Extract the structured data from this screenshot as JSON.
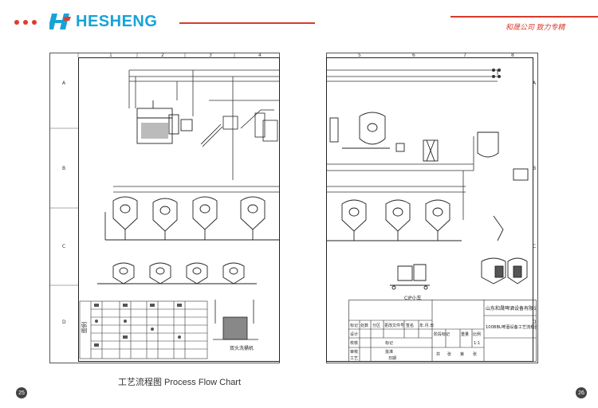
{
  "header": {
    "brand": "HESHENG",
    "slogan": "和晟公司   致力专精",
    "colors": {
      "accent": "#d83a2e",
      "brand": "#17a3d8"
    }
  },
  "left_page": {
    "caption": "工艺流程图 Process Flow Chart",
    "page_number": "25",
    "grid_cols": [
      "1",
      "2",
      "3",
      "4"
    ],
    "grid_rows": [
      "A",
      "B",
      "C",
      "D"
    ],
    "legend_title": "图例",
    "equipment_label": "双头洗桶机"
  },
  "right_page": {
    "page_number": "26",
    "grid_cols": [
      "5",
      "6",
      "7",
      "8"
    ],
    "grid_rows": [
      "A",
      "B",
      "C",
      "D"
    ],
    "cip_label": "CIP小车",
    "title_block": {
      "company": "山东和晟啤酒设备有限公司",
      "drawing_title": "100BBL啤酒设备工艺流程图",
      "row_labels": [
        "设计",
        "校核",
        "审核",
        "工艺",
        "标记",
        "批准"
      ],
      "hdr_cells": [
        "标记",
        "处数",
        "分区",
        "更改文件号",
        "签名",
        "年.月.日"
      ],
      "stage_labels": [
        "阶段标记",
        "重量",
        "比例"
      ],
      "scale": "1:1",
      "sheet_info": [
        "共",
        "张",
        "第",
        "张"
      ],
      "date_label": "日期"
    }
  }
}
